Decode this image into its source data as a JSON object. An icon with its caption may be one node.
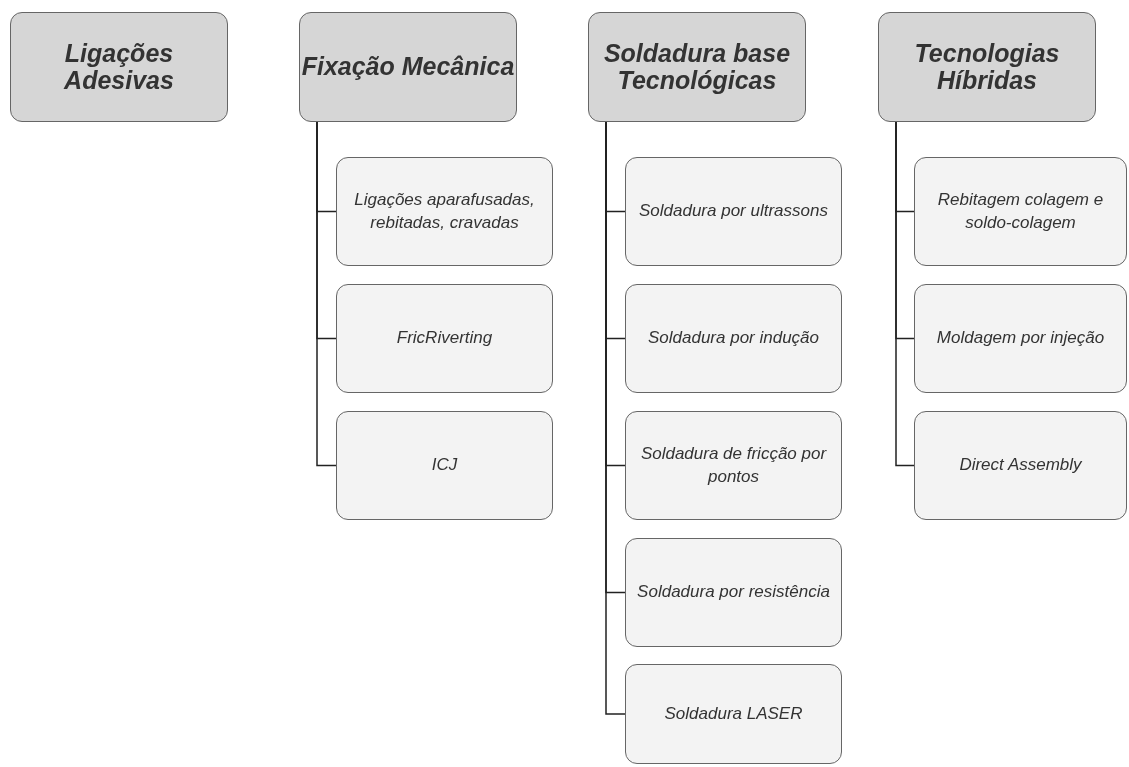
{
  "diagram": {
    "nodes": [
      {
        "text": [
          "Ligações Adesivas"
        ]
      },
      {
        "text": [
          "Fixação Mecânica"
        ]
      },
      {
        "text": [
          "Soldadura base Tecnológicas"
        ]
      },
      {
        "text": [
          "Tecnologias Híbridas"
        ]
      },
      {
        "text": [
          "Ligações aparafusadas, rebitadas, cravadas"
        ]
      },
      {
        "text": [
          "FricRiverting"
        ]
      },
      {
        "text": [
          "ICJ"
        ]
      },
      {
        "text": [
          "Soldadura por ultrassons"
        ]
      },
      {
        "text": [
          "Soldadura por indução"
        ]
      },
      {
        "text": [
          "Soldadura de fricção por pontos"
        ]
      },
      {
        "text": [
          "Soldadura por resistência"
        ]
      },
      {
        "text": [
          "Soldadura LASER"
        ]
      },
      {
        "text": [
          "Rebitagem colagem e soldo-colagem"
        ]
      },
      {
        "text": [
          "Moldagem por injeção"
        ]
      },
      {
        "text": [
          "Direct Assembly"
        ]
      }
    ],
    "edges": [
      {
        "from": 1,
        "to": 4,
        "arrow": "none"
      },
      {
        "from": 1,
        "to": 5,
        "arrow": "none"
      },
      {
        "from": 1,
        "to": 6,
        "arrow": "none"
      },
      {
        "from": 2,
        "to": 7,
        "arrow": "none"
      },
      {
        "from": 2,
        "to": 8,
        "arrow": "none"
      },
      {
        "from": 2,
        "to": 9,
        "arrow": "none"
      },
      {
        "from": 2,
        "to": 10,
        "arrow": "none"
      },
      {
        "from": 2,
        "to": 11,
        "arrow": "none"
      },
      {
        "from": 3,
        "to": 12,
        "arrow": "none"
      },
      {
        "from": 3,
        "to": 13,
        "arrow": "none"
      },
      {
        "from": 3,
        "to": 14,
        "arrow": "none"
      }
    ]
  }
}
